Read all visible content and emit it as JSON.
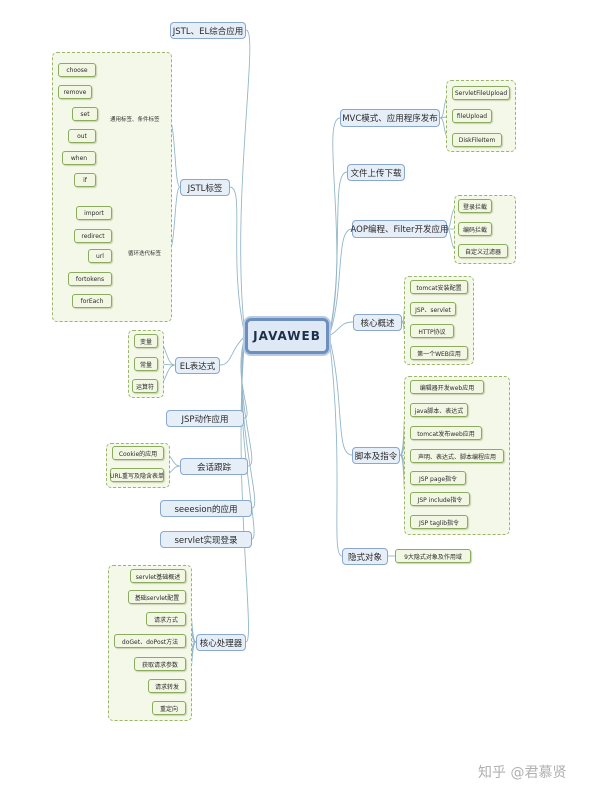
{
  "center": "JAVAWEB",
  "watermark": "知乎 @君慕贤",
  "right": {
    "mvc": {
      "label": "MVC模式、应用程序发布",
      "children": [
        "ServletFileUpload",
        "fileUpload",
        "DiskFileItem"
      ]
    },
    "download": {
      "label": "文件上传下载"
    },
    "aop": {
      "label": "AOP编程、Filter开发应用",
      "children": [
        "登录拦截",
        "编码拦截",
        "自定义过滤器"
      ]
    },
    "core": {
      "label": "核心概述",
      "children": [
        "tomcat安装配置",
        "JSP、servlet",
        "HTTP协议",
        "第一个WEB应用"
      ]
    },
    "script": {
      "label": "脚本及指令",
      "children": [
        "编辑器开发web应用",
        "java脚本、表达式",
        "tomcat发布web应用",
        "声明、表达式、脚本编程应用",
        "JSP page指令",
        "JSP include指令",
        "JSP taglib指令"
      ]
    },
    "implicit": {
      "label": "隐式对象",
      "children": [
        "9大隐式对象及作用域"
      ]
    }
  },
  "left": {
    "jstl_el": {
      "label": "JSTL、EL综合应用"
    },
    "jstl": {
      "label": "JSTL标签",
      "general": {
        "label": "通用标签、条件标签",
        "items": [
          "choose",
          "remove",
          "set",
          "out",
          "when",
          "if"
        ]
      },
      "loop": {
        "label": "循环迭代标签",
        "items": [
          "import",
          "redirect",
          "url",
          "fortokens",
          "forEach"
        ]
      }
    },
    "el": {
      "label": "EL表达式",
      "children": [
        "变量",
        "常量",
        "运算符"
      ]
    },
    "jsp_action": {
      "label": "JSP动作应用"
    },
    "session_track": {
      "label": "会话跟踪",
      "children": [
        "Cookie的应用",
        "URL重写及隐含表单"
      ]
    },
    "session_app": {
      "label": "seeesion的应用"
    },
    "servlet_login": {
      "label": "servlet实现登录"
    },
    "core_proc": {
      "label": "核心处理器",
      "children": [
        "servlet基础概述",
        "基础servlet配置",
        "请求方式",
        "doGet、doPost方法",
        "获取请求参数",
        "请求转发",
        "重定向"
      ]
    }
  },
  "colors": {
    "topic_border": "#8aa7cf",
    "topic_fill": "#e6eef8",
    "leaf_border": "#8cab5e",
    "leaf_fill": "#f2f7e4",
    "line": "#93b7c9"
  }
}
